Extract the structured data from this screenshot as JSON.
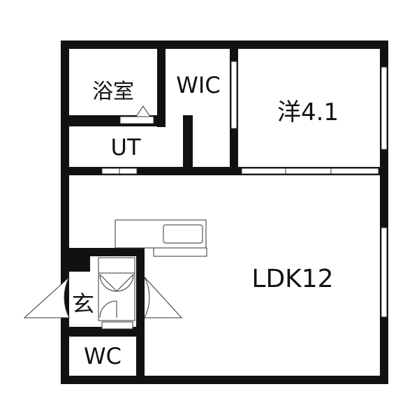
{
  "floor_plan": {
    "rooms": {
      "bath": "浴室",
      "wic": "WIC",
      "western": "洋4.1",
      "ut": "UT",
      "ldk": "LDK12",
      "entrance": "玄",
      "wc": "WC"
    },
    "colors": {
      "wall": "#111111",
      "background": "#ffffff",
      "line": "#333333"
    }
  }
}
